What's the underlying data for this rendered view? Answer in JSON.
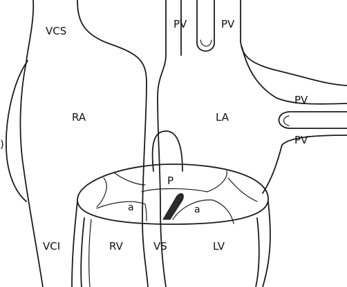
{
  "labels": {
    "vcs": "VCS",
    "vci": "VCI",
    "ra": "RA",
    "la": "LA",
    "pv_top_left": "PV",
    "pv_top_right": "PV",
    "pv_right_upper": "PV",
    "pv_right_lower": "PV",
    "rv": "RV",
    "lv": "LV",
    "vs": "VS",
    "p": "P",
    "a_left": "a",
    "a_right": "a",
    "edge_fragment": ")"
  },
  "colors": {
    "line": "#1a1a1a",
    "background": "#ffffff",
    "fill_dark": "#2b2b2b"
  }
}
